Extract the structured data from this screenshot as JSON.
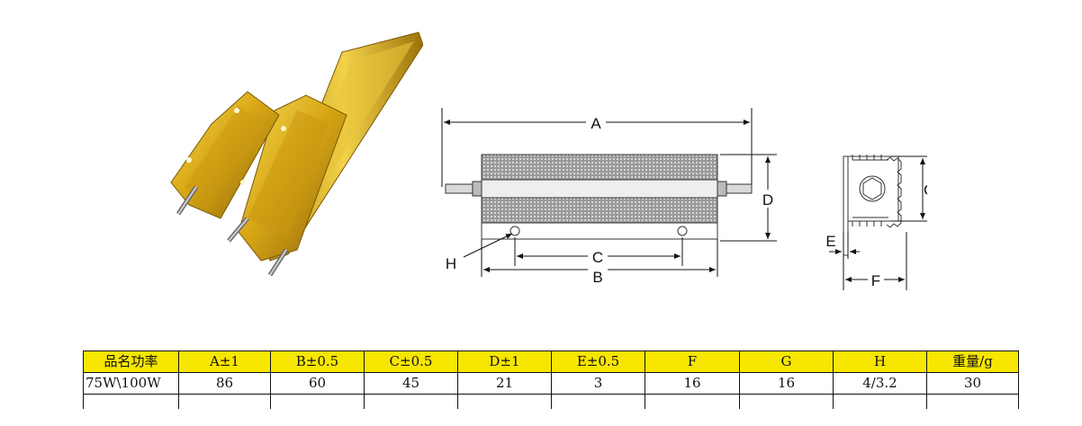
{
  "drawing": {
    "labels": {
      "A": "A",
      "B": "B",
      "C": "C",
      "D": "D",
      "E": "E",
      "F": "F",
      "G": "G",
      "H": "H"
    }
  },
  "table": {
    "headers": [
      "品名功率",
      "A±1",
      "B±0.5",
      "C±0.5",
      "D±1",
      "E±0.5",
      "F",
      "G",
      "H",
      "重量/g"
    ],
    "rows": [
      [
        "75W\\100W",
        "86",
        "60",
        "45",
        "21",
        "3",
        "16",
        "16",
        "4/3.2",
        "30"
      ]
    ]
  },
  "colors": {
    "header_bg": "#f7e600",
    "resistor_gold": "#d9a816"
  }
}
